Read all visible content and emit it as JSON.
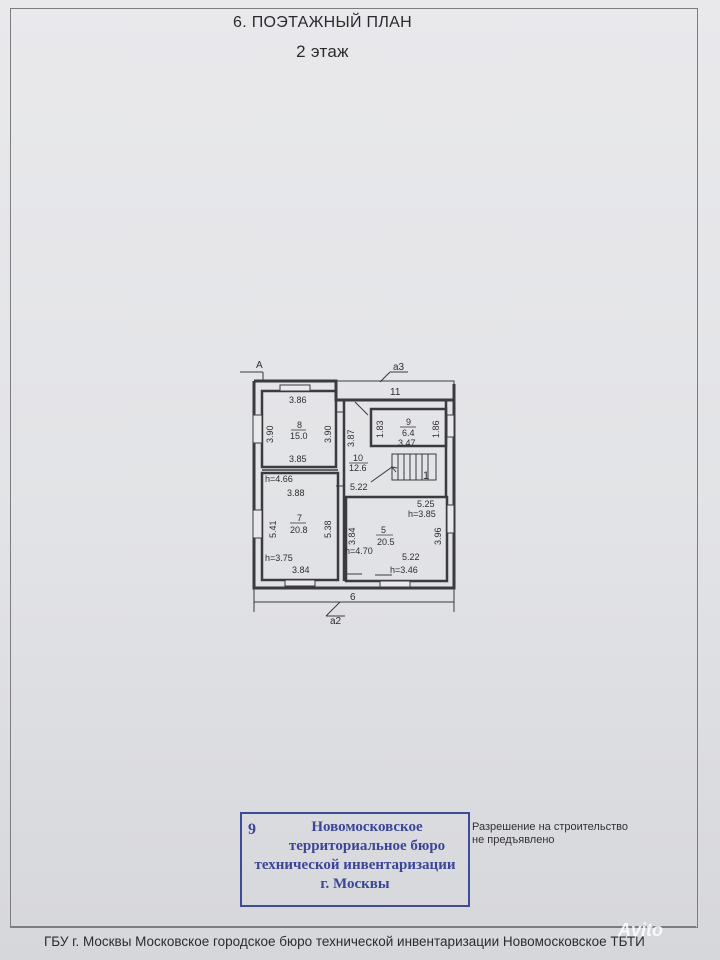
{
  "header": {
    "title": "6. ПОЭТАЖНЫЙ ПЛАН",
    "floor": "2 этаж"
  },
  "plan": {
    "axis_a": "А",
    "callout_top": "а3",
    "callout_bottom": "а2",
    "room11": "11",
    "overall_width": "6",
    "rooms": {
      "r8": {
        "number": "8",
        "area": "15.0",
        "dim_top": "3.86",
        "dim_bottom": "3.85",
        "dim_left": "3.90",
        "dim_right": "3.90"
      },
      "r9": {
        "number": "9",
        "area": "6.4",
        "dim_left": "1.83",
        "dim_right": "1.86",
        "dim_bottom": "3.47"
      },
      "r10": {
        "number": "10",
        "area": "12.6",
        "dim_side": "3.87",
        "dim_bottom": "5.22",
        "stair_mark": "1"
      },
      "r7": {
        "number": "7",
        "area": "20.8",
        "height_top": "h=4.66",
        "dim_top": "3.88",
        "dim_left": "5.41",
        "dim_right": "5.38",
        "height_bottom": "h=3.75",
        "dim_bottom": "3.84"
      },
      "r5": {
        "number": "5",
        "area": "20.5",
        "dim_top": "5.25",
        "height_top": "h=3.85",
        "dim_left": "3.84",
        "height_left": "h=4.70",
        "dim_right": "3.96",
        "dim_bottom": "5.22",
        "height_bottom": "h=3.46"
      }
    }
  },
  "stamp": {
    "number": "9",
    "line1": "Новомосковское",
    "line2": "территориальное бюро",
    "line3": "технической инвентаризации",
    "line4": "г. Москвы"
  },
  "permit": {
    "line1": "Разрешение на строительство",
    "line2": "не предъявлено"
  },
  "footer": {
    "text": "ГБУ г. Москвы Московское городское бюро технической инвентаризации   Новомосковское ТБТИ"
  },
  "watermark": {
    "text": "Avito"
  }
}
